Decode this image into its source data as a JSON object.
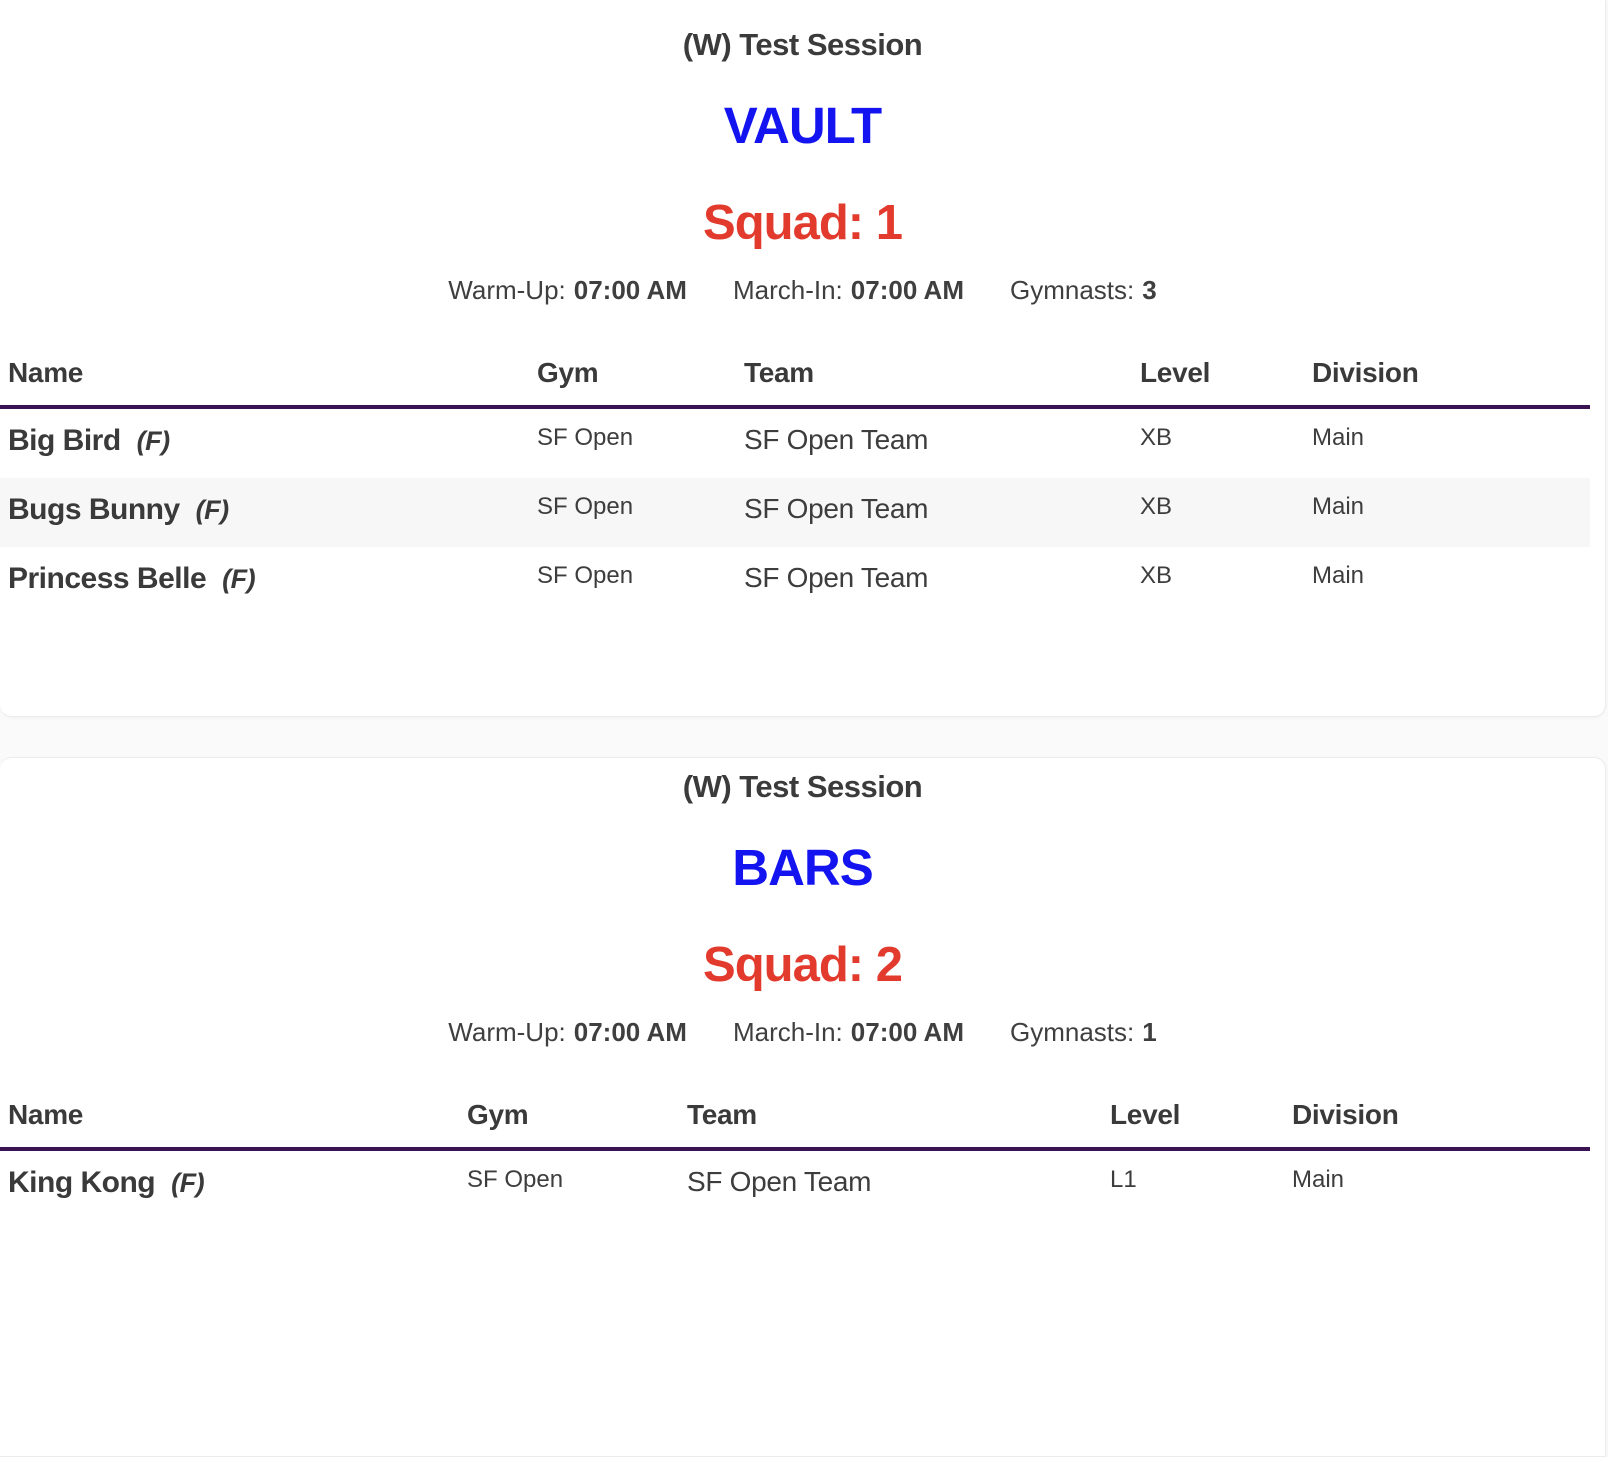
{
  "colors": {
    "event_blue": "#1414f0",
    "squad_red": "#e23b2e",
    "header_rule_purple": "#3b1353",
    "text_dark": "#3b3b3b",
    "row_stripe": "#f7f7f7",
    "page_background": "#fafafa",
    "card_background": "#ffffff"
  },
  "sessions": [
    {
      "session_title": "(W) Test Session",
      "event": "VAULT",
      "squad_label": "Squad: 1",
      "info": {
        "warmup_label": "Warm-Up:",
        "warmup_time": "07:00 AM",
        "marchin_label": "March-In:",
        "marchin_time": "07:00 AM",
        "gymnasts_label": "Gymnasts:",
        "gymnasts_count": "3"
      },
      "table": {
        "headers": [
          "Name",
          "Gym",
          "Team",
          "Level",
          "Division"
        ],
        "rows": [
          {
            "name": "Big Bird",
            "flag": "(F)",
            "gym": "SF Open",
            "team": "SF Open Team",
            "level": "XB",
            "division": "Main"
          },
          {
            "name": "Bugs Bunny",
            "flag": "(F)",
            "gym": "SF Open",
            "team": "SF Open Team",
            "level": "XB",
            "division": "Main"
          },
          {
            "name": "Princess Belle",
            "flag": "(F)",
            "gym": "SF Open",
            "team": "SF Open Team",
            "level": "XB",
            "division": "Main"
          }
        ]
      }
    },
    {
      "session_title": "(W) Test Session",
      "event": "BARS",
      "squad_label": "Squad: 2",
      "info": {
        "warmup_label": "Warm-Up:",
        "warmup_time": "07:00 AM",
        "marchin_label": "March-In:",
        "marchin_time": "07:00 AM",
        "gymnasts_label": "Gymnasts:",
        "gymnasts_count": "1"
      },
      "table": {
        "headers": [
          "Name",
          "Gym",
          "Team",
          "Level",
          "Division"
        ],
        "rows": [
          {
            "name": "King Kong",
            "flag": "(F)",
            "gym": "SF Open",
            "team": "SF Open Team",
            "level": "L1",
            "division": "Main"
          }
        ]
      }
    }
  ]
}
